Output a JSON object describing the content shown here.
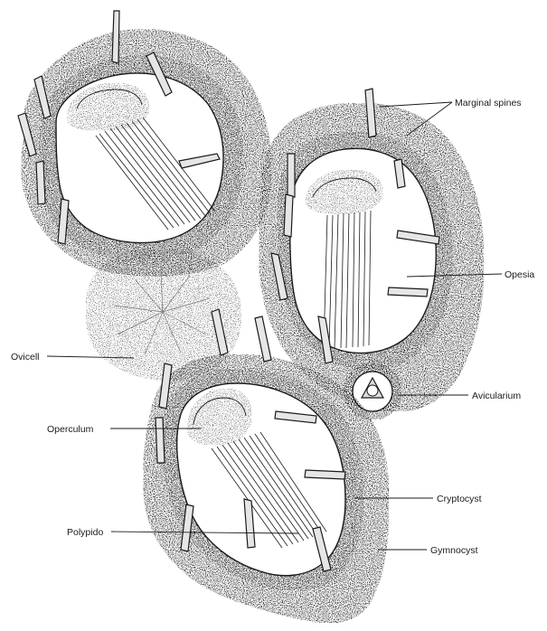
{
  "figure": {
    "labels": {
      "marginal_spines": "Marginal spines",
      "opesia": "Opesia",
      "ovicell": "Ovicell",
      "avicularium": "Avicularium",
      "operculum": "Operculum",
      "cryptocyst": "Cryptocyst",
      "polypide": "Polypido",
      "gymnocyst": "Gymnocyst"
    },
    "colors": {
      "outline": "#1a1a1a",
      "stipple": "#5a5a5a",
      "background": "#ffffff"
    }
  }
}
